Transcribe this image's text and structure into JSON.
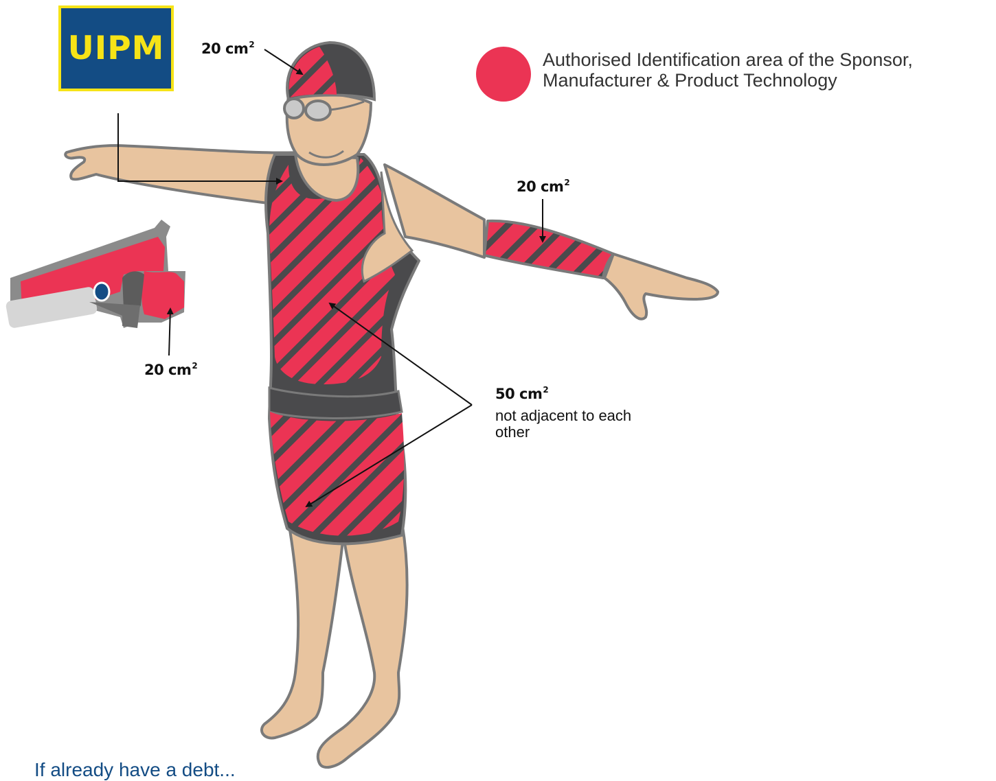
{
  "logo": {
    "text": "UIPM"
  },
  "legend": {
    "text": "Authorised Identification area of the Sponsor, Manufacturer & Product Technology",
    "color": "#eb3454"
  },
  "labels": {
    "cap": {
      "value": "20 cm",
      "sup": "2"
    },
    "arm": {
      "value": "20 cm",
      "sup": "2"
    },
    "pistol": {
      "value": "20 cm",
      "sup": "2"
    },
    "suit": {
      "value": "50 cm",
      "sup": "2",
      "note": "not adjacent to each other"
    }
  },
  "footer": {
    "text": "If already have a debt..."
  },
  "colors": {
    "skin": "#e8c49f",
    "skin_stroke": "#7a7a7a",
    "suit_dark": "#4a4a4c",
    "sponsor_red": "#eb3454",
    "logo_bg": "#134c84",
    "logo_text": "#f6e317"
  }
}
